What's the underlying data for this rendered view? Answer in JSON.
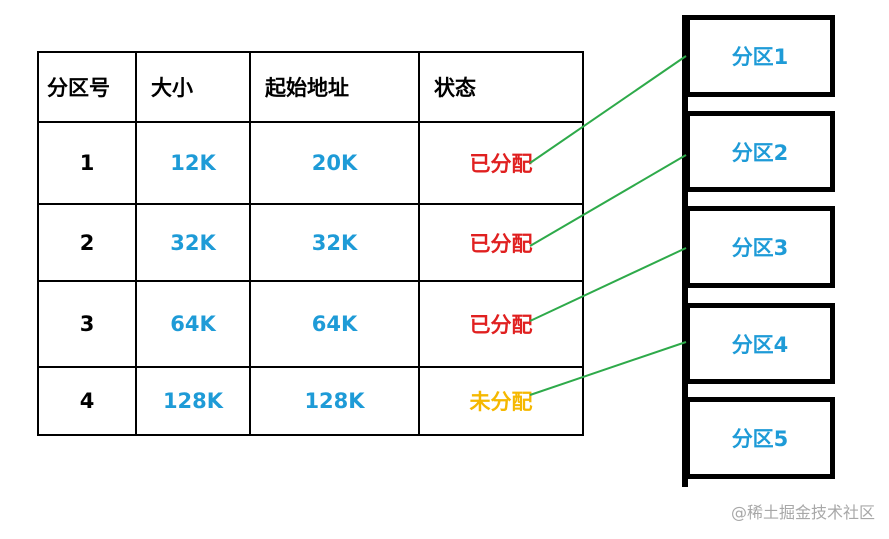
{
  "table": {
    "headers": [
      "分区号",
      "大小",
      "起始地址",
      "状态"
    ],
    "rows": [
      {
        "id": "1",
        "size": "12K",
        "start": "20K",
        "status": "已分配",
        "status_color": "#e02020"
      },
      {
        "id": "2",
        "size": "32K",
        "start": "32K",
        "status": "已分配",
        "status_color": "#e02020"
      },
      {
        "id": "3",
        "size": "64K",
        "start": "64K",
        "status": "已分配",
        "status_color": "#e02020"
      },
      {
        "id": "4",
        "size": "128K",
        "start": "128K",
        "status": "未分配",
        "status_color": "#f5b800"
      }
    ]
  },
  "memory": {
    "blocks": [
      "分区1",
      "分区2",
      "分区3",
      "分区4",
      "分区5"
    ]
  },
  "colors": {
    "value_blue": "#1e9bd7",
    "link_green": "#2eaa4a"
  },
  "watermark": "@稀土掘金技术社区"
}
